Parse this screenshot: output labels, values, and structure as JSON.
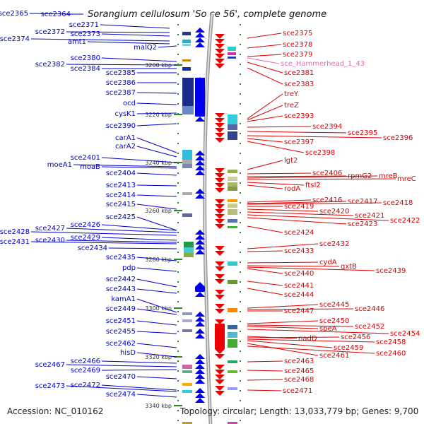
{
  "title": {
    "left_label": "sce2364",
    "text": "Sorangium cellulosum 'So ce 56', complete genome"
  },
  "footer": {
    "accession": "Accession: NC_010162",
    "stats": "Topology: circular; Length: 13,033,779 bp; Genes: 9,700"
  },
  "colors": {
    "left_label": "#0000cc",
    "right_label": "#dd0000",
    "rna_label": "#e070b0",
    "forward_gene": "#0000ee",
    "reverse_gene": "#ee0000",
    "track_guide": "#2a8a2a"
  },
  "scale_ticks": [
    "3200 kbp",
    "3220 kbp",
    "3240 kbp",
    "3260 kbp",
    "3280 kbp",
    "3300 kbp",
    "3320 kbp",
    "3340 kbp"
  ],
  "left_labels": [
    "sce2365",
    "sce2371",
    "sce2372",
    "sce2373",
    "sce2374",
    "amt1",
    "malQ2",
    "sce2380",
    "sce2382",
    "sce2384",
    "sce2385",
    "sce2386",
    "sce2387",
    "ocd",
    "cysK1",
    "sce2390",
    "carA1",
    "carA2",
    "sce2401",
    "moeA1",
    "moaB",
    "sce2404",
    "sce2413",
    "sce2414",
    "sce2415",
    "sce2425",
    "sce2426",
    "sce2427",
    "sce2428",
    "sce2429",
    "sce2430",
    "sce2431",
    "sce2434",
    "sce2435",
    "pdp",
    "sce2442",
    "sce2443",
    "kamA1",
    "sce2449",
    "sce2451",
    "sce2455",
    "sce2462",
    "hisD",
    "sce2466",
    "sce2467",
    "sce2469",
    "sce2470",
    "sce2472",
    "sce2473",
    "sce2474"
  ],
  "right_labels": [
    "sce2375",
    "sce2378",
    "sce2379",
    "sce_Hammerhead_1_43",
    "sce2381",
    "sce2383",
    "treY",
    "treZ",
    "sce2393",
    "sce2394",
    "sce2395",
    "sce2396",
    "sce2397",
    "sce2398",
    "lgt2",
    "sce2406",
    "rpmG2",
    "mreB",
    "mreC",
    "ftsI2",
    "rodA",
    "sce2416",
    "sce2417",
    "sce2418",
    "sce2419",
    "sce2420",
    "sce2421",
    "sce2422",
    "sce2423",
    "sce2424",
    "sce2432",
    "sce2433",
    "cydA",
    "qxtB",
    "sce2439",
    "sce2440",
    "sce2441",
    "sce2444",
    "sce2445",
    "sce2446",
    "sce2447",
    "sce2450",
    "sce2452",
    "speA",
    "sce2454",
    "nadD",
    "sce2456",
    "sce2458",
    "sce2459",
    "sce2460",
    "sce2461",
    "sce2463",
    "sce2465",
    "sce2468",
    "sce2471"
  ]
}
